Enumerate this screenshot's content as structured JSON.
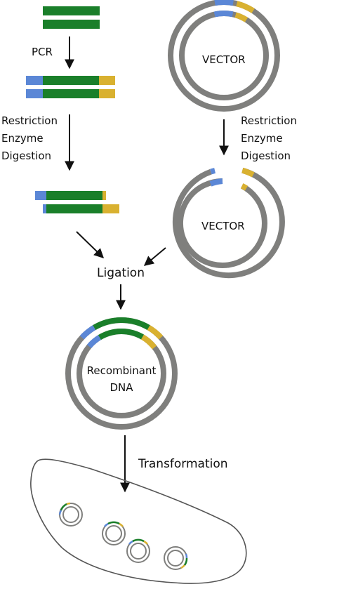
{
  "colors": {
    "dna": "#1a7f2a",
    "vector": "#7f7f7d",
    "site_left": "#5b87d6",
    "site_right": "#d9b130",
    "arrow": "#111111",
    "cell_outline": "#555555"
  },
  "labels": {
    "pcr": "PCR",
    "restriction_left": [
      "Restriction",
      "Enzyme",
      "Digestion"
    ],
    "restriction_right": [
      "Restriction",
      "Enzyme",
      "Digestion"
    ],
    "vector_top": "VECTOR",
    "vector_cut": "VECTOR",
    "ligation": "Ligation",
    "recombinant": [
      "Recombinant",
      "DNA"
    ],
    "transformation": "Transformation"
  }
}
